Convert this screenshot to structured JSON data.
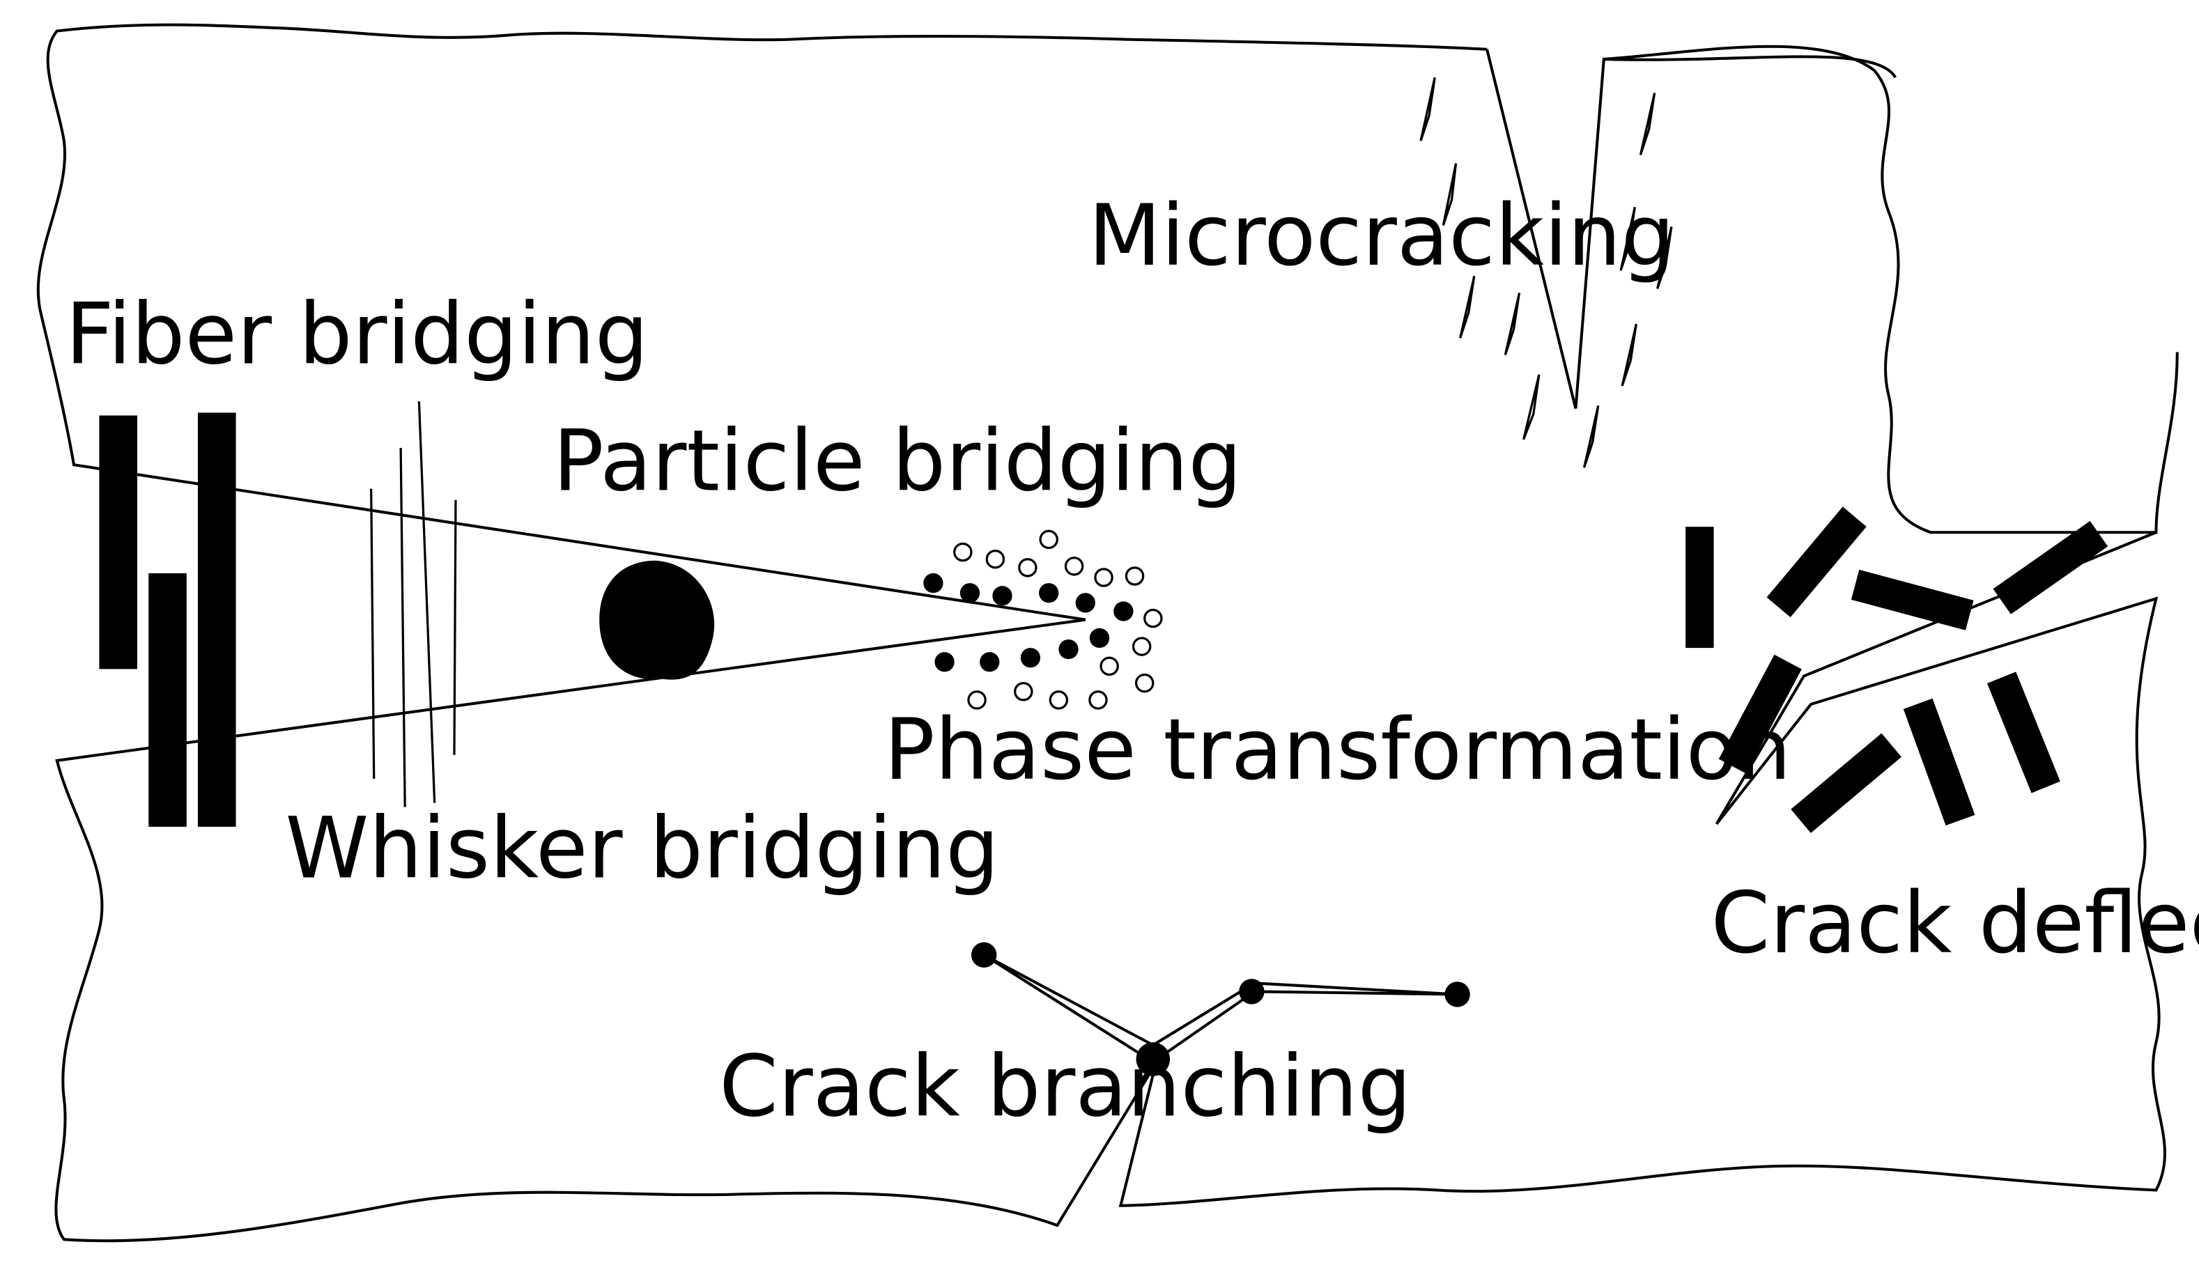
{
  "diagram": {
    "labels": {
      "fiber_bridging": "Fiber bridging",
      "whisker_bridging": "Whisker bridging",
      "particle_bridging": "Particle bridging",
      "phase_transformation": "Phase transformation",
      "microcracking": "Microcracking",
      "crack_deflection": "Crack deflection",
      "crack_branching": "Crack branching"
    },
    "colors": {
      "ink": "#000000",
      "background": "#ffffff"
    }
  }
}
